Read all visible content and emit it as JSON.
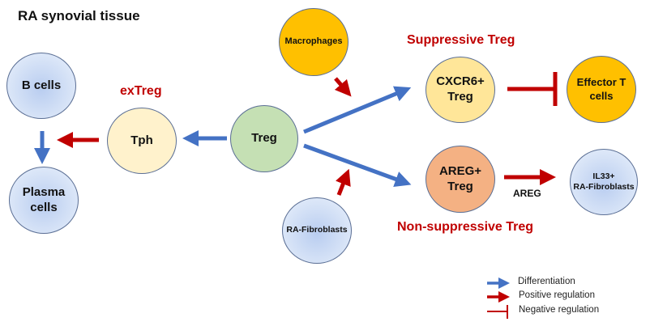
{
  "title": "RA synovial tissue",
  "nodes": {
    "b_cells": "B cells",
    "plasma_cells_line1": "Plasma",
    "plasma_cells_line2": "cells",
    "tph": "Tph",
    "treg": "Treg",
    "macrophages": "Macrophages",
    "ra_fibroblasts": "RA-Fibroblasts",
    "cxcr6_line1": "CXCR6+",
    "cxcr6_line2": "Treg",
    "areg_line1": "AREG+",
    "areg_line2": "Treg",
    "effector_line1": "Effector T",
    "effector_line2": "cells",
    "il33_line1": "IL33+",
    "il33_line2": "RA-Fibroblasts"
  },
  "group_labels": {
    "extreg": "exTreg",
    "suppressive": "Suppressive Treg",
    "non_suppressive": "Non-suppressive Treg"
  },
  "edge_labels": {
    "areg": "AREG"
  },
  "legend": [
    {
      "label": "Differentiation",
      "type": "blue-arrow"
    },
    {
      "label": "Positive regulation",
      "type": "red-arrow"
    },
    {
      "label": "Negative regulation",
      "type": "red-inhibit"
    }
  ],
  "colors": {
    "differentiation": "#4472c4",
    "regulation": "#c00000",
    "treg": "#c5e0b4",
    "tph": "#fff2cc",
    "cxcr6": "#ffe699",
    "areg": "#f4b183",
    "orange": "#ffc000"
  }
}
